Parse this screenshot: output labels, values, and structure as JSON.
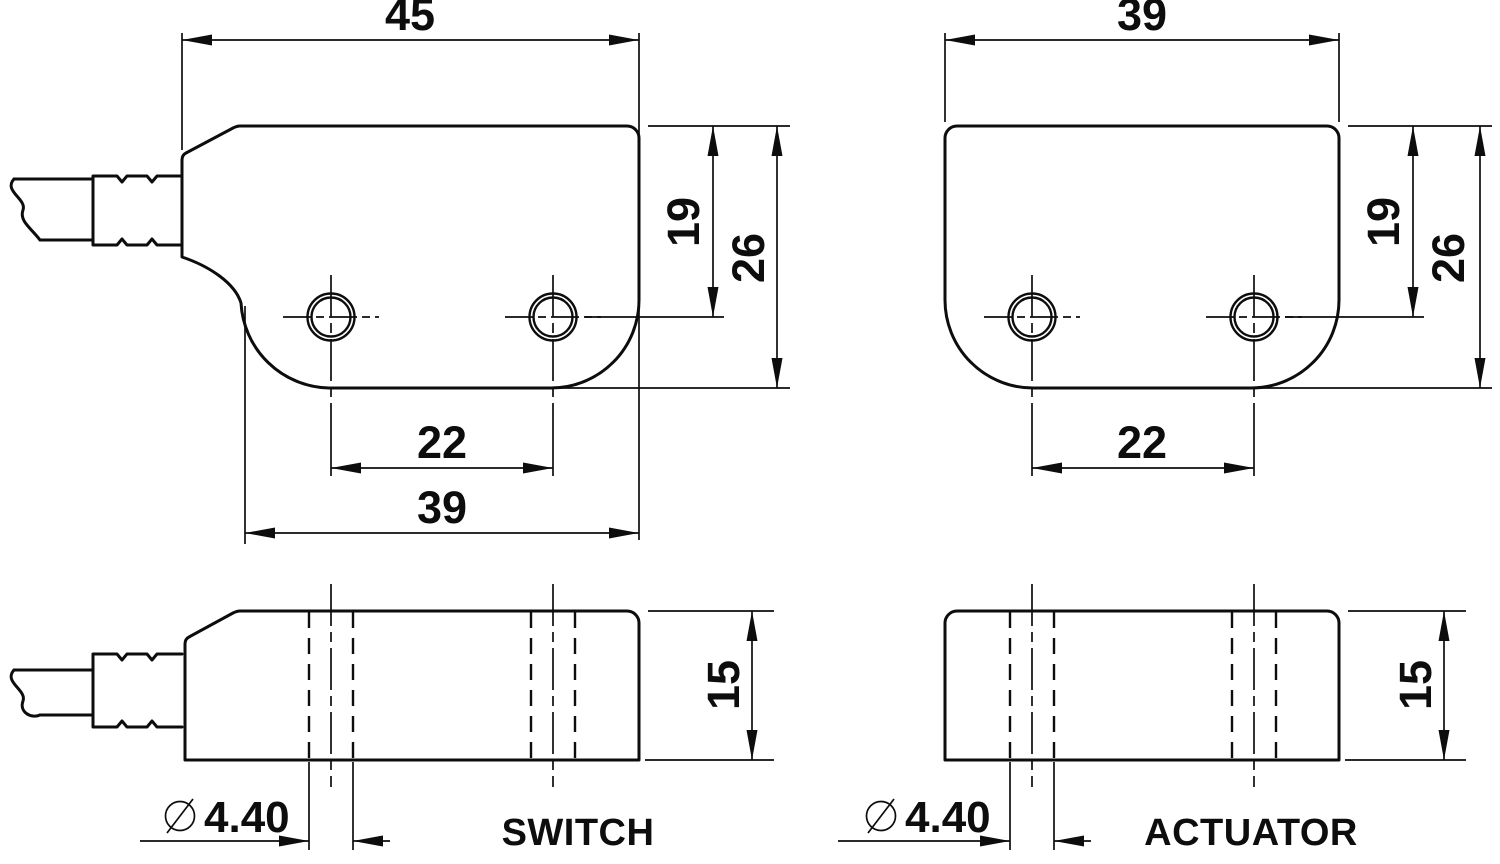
{
  "views": {
    "switch_front": {
      "width": "45",
      "hole_height": "19",
      "height": "26",
      "hole_spacing": "22",
      "base_width": "39"
    },
    "actuator_front": {
      "width": "39",
      "hole_height": "19",
      "height": "26",
      "hole_spacing": "22"
    },
    "switch_side": {
      "height": "15",
      "hole_diameter": "4.40",
      "label": "SWITCH"
    },
    "actuator_side": {
      "height": "15",
      "hole_diameter": "4.40",
      "label": "ACTUATOR"
    }
  },
  "line_color": "#0d0d0d"
}
